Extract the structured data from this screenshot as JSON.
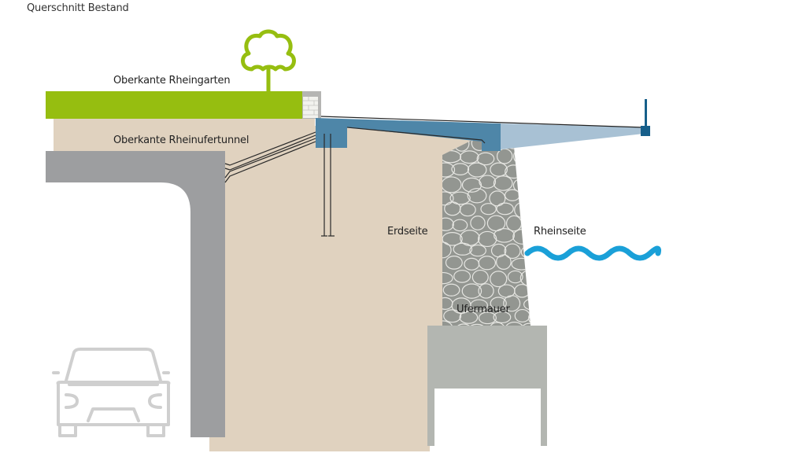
{
  "title": "Querschnitt Bestand",
  "labels": {
    "rheingarten": "Oberkante Rheingarten",
    "tunnel": "Oberkante Rheinufertunnel",
    "erdseite": "Erdseite",
    "rheinseite": "Rheinseite",
    "ufermauer": "Ufermauer"
  },
  "colors": {
    "grass": "#96be10",
    "soil": "#e0d2bf",
    "tunnel_concrete": "#9d9ea0",
    "slab_blue": "#4e86a8",
    "cantilever_light_blue": "#a8c1d4",
    "railing": "#175f8a",
    "stone_wall": "#939691",
    "stone_joints": "#e6e6e2",
    "foundation": "#b3b6b1",
    "water": "#1aa0d8",
    "car_outline": "#cfcfcf",
    "brick": "#f2f2ee",
    "brick_frame": "#b5b5b3"
  },
  "icons": [
    "tree-icon",
    "car-icon",
    "water-wave-icon"
  ]
}
